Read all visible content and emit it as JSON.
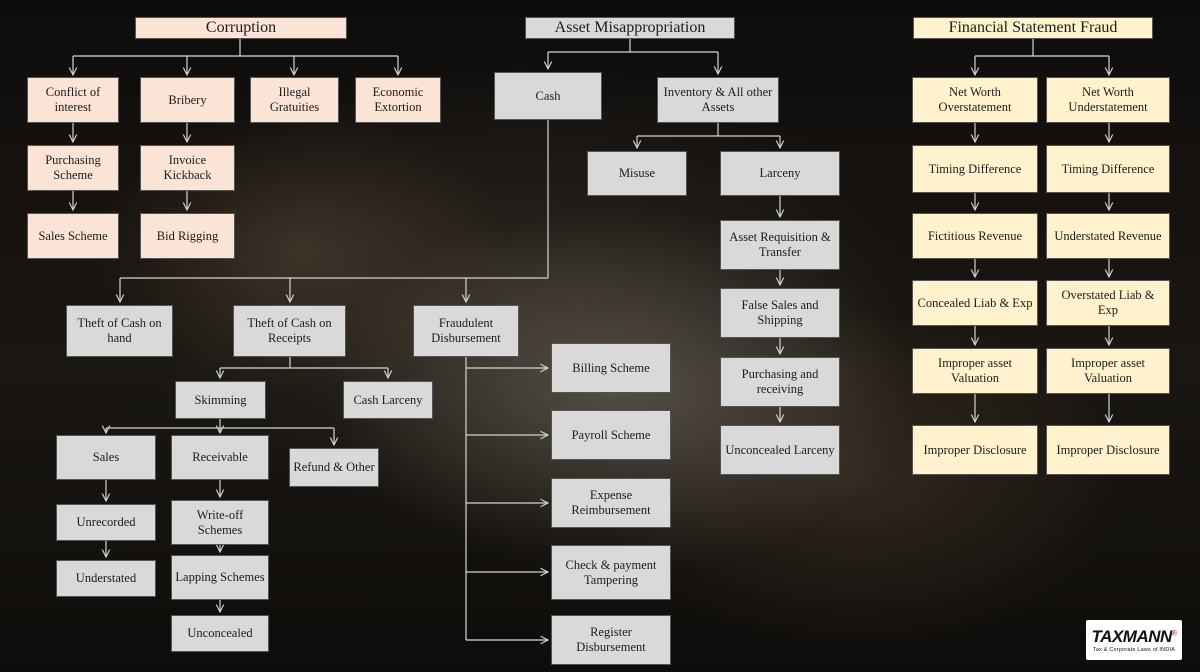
{
  "nodes": {
    "corruption_title": "Corruption",
    "conflict_of_interest": "Conflict of interest",
    "bribery": "Bribery",
    "illegal_gratuities": "Illegal Gratuities",
    "economic_extortion": "Economic Extortion",
    "purchasing_scheme": "Purchasing Scheme",
    "invoice_kickback": "Invoice Kickback",
    "sales_scheme": "Sales Scheme",
    "bid_rigging": "Bid Rigging",
    "asset_title": "Asset Misappropriation",
    "cash": "Cash",
    "inventory": "Inventory & All other Assets",
    "misuse": "Misuse",
    "larceny": "Larceny",
    "asset_requisition": "Asset Requisition & Transfer",
    "false_sales": "False Sales and Shipping",
    "purchasing_receiving": "Purchasing and receiving",
    "unconcealed_larceny": "Unconcealed Larceny",
    "theft_cash_hand": "Theft of Cash on hand",
    "theft_cash_receipts": "Theft of Cash on Receipts",
    "fraudulent_disbursement": "Fraudulent Disbursement",
    "skimming": "Skimming",
    "cash_larceny": "Cash Larceny",
    "sales": "Sales",
    "receivable": "Receivable",
    "refund_other": "Refund & Other",
    "unrecorded": "Unrecorded",
    "understated": "Understated",
    "write_off": "Write-off Schemes",
    "lapping": "Lapping Schemes",
    "unconcealed": "Unconcealed",
    "billing_scheme": "Billing Scheme",
    "payroll_scheme": "Payroll Scheme",
    "expense_reimbursement": "Expense Reimbursement",
    "check_payment_tampering": "Check & payment Tampering",
    "register_disbursement": "Register Disbursement",
    "fsf_title": "Financial Statement Fraud",
    "net_worth_over": "Net Worth Overstatement",
    "net_worth_under": "Net Worth Understatement",
    "timing_difference_left": "Timing Difference",
    "timing_difference_right": "Timing Difference",
    "fictitious_revenue": "Fictitious Revenue",
    "understated_revenue": "Understated Revenue",
    "concealed_liab": "Concealed Liab & Exp",
    "overstated_liab": "Overstated Liab & Exp",
    "improper_valuation_left": "Improper asset Valuation",
    "improper_valuation_right": "Improper asset Valuation",
    "improper_disclosure_left": "Improper Disclosure",
    "improper_disclosure_right": "Improper Disclosure"
  },
  "logo": {
    "brand": "TAXMANN",
    "registered": "®",
    "tagline": "Tax & Corporate Laws of INDIA"
  },
  "colors": {
    "corruption_box": "#fbe3d6",
    "asset_box": "#d9d9d9",
    "fsf_box": "#fff2cc",
    "connector": "#d4d4d4",
    "background": "#121008"
  }
}
